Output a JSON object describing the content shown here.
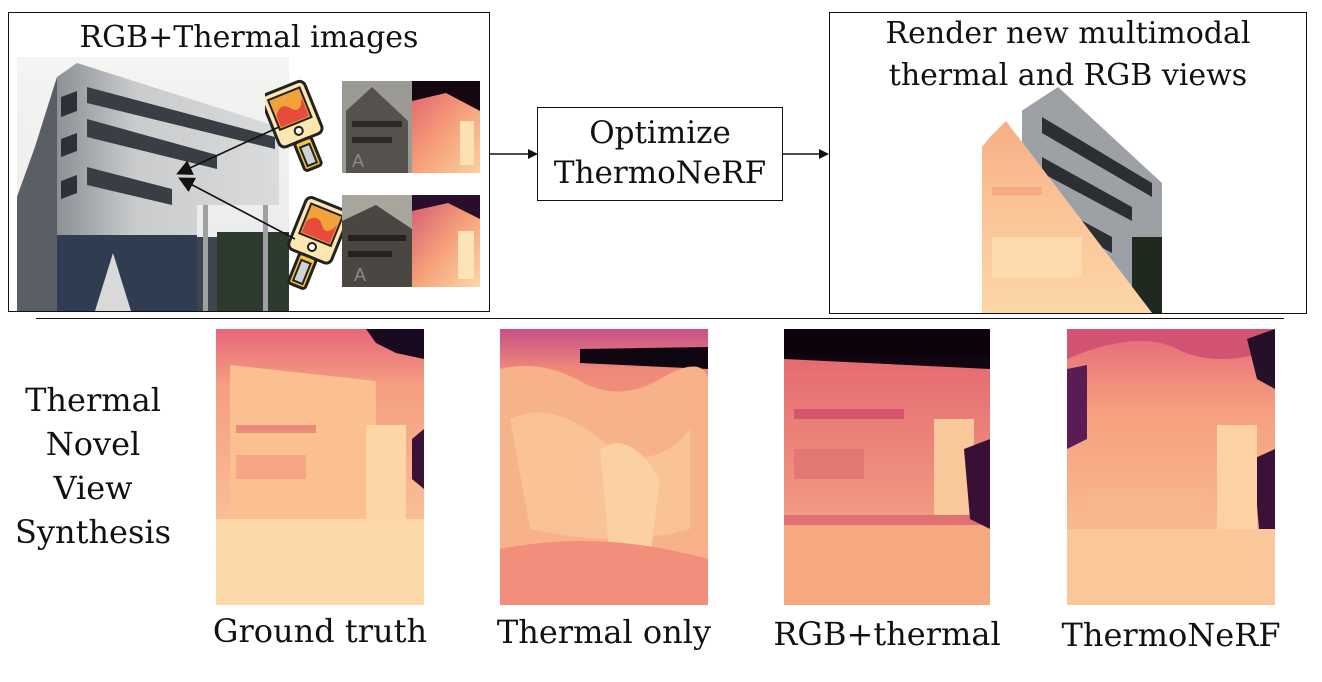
{
  "input_box": {
    "title": "RGB+Thermal images"
  },
  "optimize_box": {
    "line1": "Optimize",
    "line2": "ThermoNeRF"
  },
  "render_box": {
    "line1": "Render new multimodal",
    "line2": "thermal and RGB views"
  },
  "side_label": {
    "lines": [
      "Thermal",
      "Novel",
      "View",
      "Synthesis"
    ]
  },
  "columns": [
    {
      "caption": "Ground truth"
    },
    {
      "caption": "Thermal only"
    },
    {
      "caption": "RGB+thermal"
    },
    {
      "caption": "ThermoNeRF"
    }
  ],
  "palette": {
    "hot": "#fbd19e",
    "warm": "#f6a07a",
    "mid": "#e4676f",
    "cool": "#7b2a7d",
    "cold": "#1a0a1f"
  }
}
